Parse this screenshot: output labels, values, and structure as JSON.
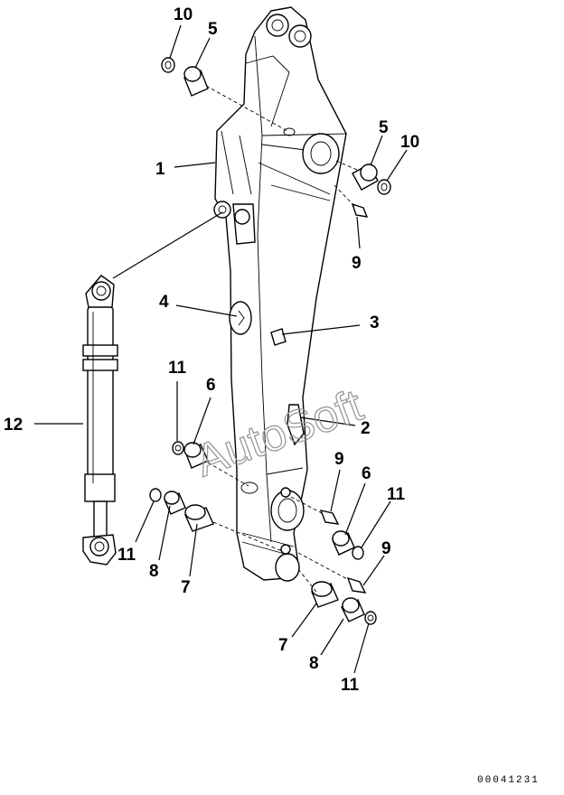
{
  "watermark": "AutoSoft",
  "doc_code": "00041231",
  "callouts": [
    {
      "id": "c1",
      "text": "1"
    },
    {
      "id": "c2",
      "text": "2"
    },
    {
      "id": "c3",
      "text": "3"
    },
    {
      "id": "c4",
      "text": "4"
    },
    {
      "id": "c5a",
      "text": "5"
    },
    {
      "id": "c5b",
      "text": "5"
    },
    {
      "id": "c6a",
      "text": "6"
    },
    {
      "id": "c6b",
      "text": "6"
    },
    {
      "id": "c7a",
      "text": "7"
    },
    {
      "id": "c7b",
      "text": "7"
    },
    {
      "id": "c8a",
      "text": "8"
    },
    {
      "id": "c8b",
      "text": "8"
    },
    {
      "id": "c9a",
      "text": "9"
    },
    {
      "id": "c9b",
      "text": "9"
    },
    {
      "id": "c9c",
      "text": "9"
    },
    {
      "id": "c10a",
      "text": "10"
    },
    {
      "id": "c10b",
      "text": "10"
    },
    {
      "id": "c11a",
      "text": "11"
    },
    {
      "id": "c11b",
      "text": "11"
    },
    {
      "id": "c11c",
      "text": "11"
    },
    {
      "id": "c11d",
      "text": "11"
    },
    {
      "id": "c12",
      "text": "12"
    }
  ]
}
